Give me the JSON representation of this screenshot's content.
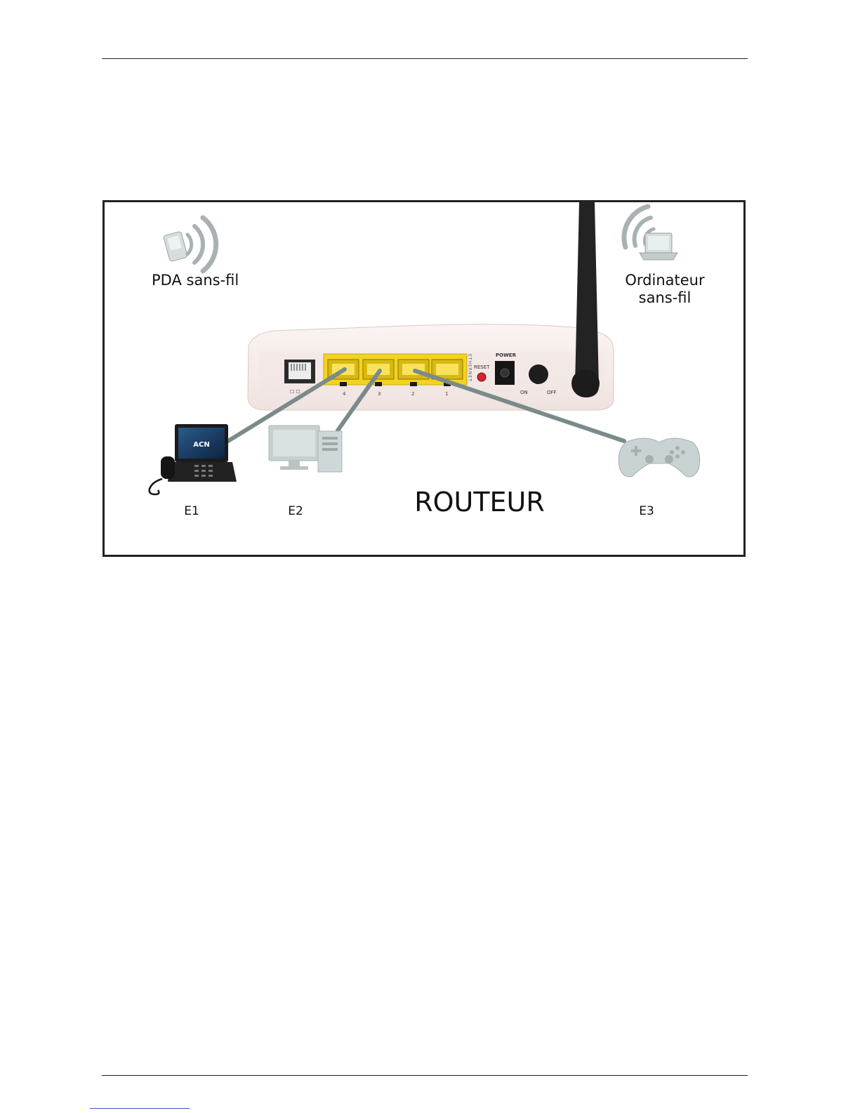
{
  "labels": {
    "pda": "PDA sans-fil",
    "laptop_line1": "Ordinateur",
    "laptop_line2": "sans-fil",
    "router": "ROUTEUR",
    "e1": "E1",
    "e2": "E2",
    "e3": "E3"
  },
  "router_panel": {
    "ethernet_vertical": "ETHERNET",
    "reset": "RESET",
    "power": "POWER",
    "on": "ON",
    "off": "OFF",
    "port_4": "4",
    "port_3": "3",
    "port_2": "2",
    "port_1": "1"
  },
  "screen_logo": "ACN",
  "colors": {
    "ethernet_ports": "#f2d320",
    "cable": "#7b8a8a",
    "router_body": "#f5ece9",
    "device_gray": "#c9d3d3"
  }
}
